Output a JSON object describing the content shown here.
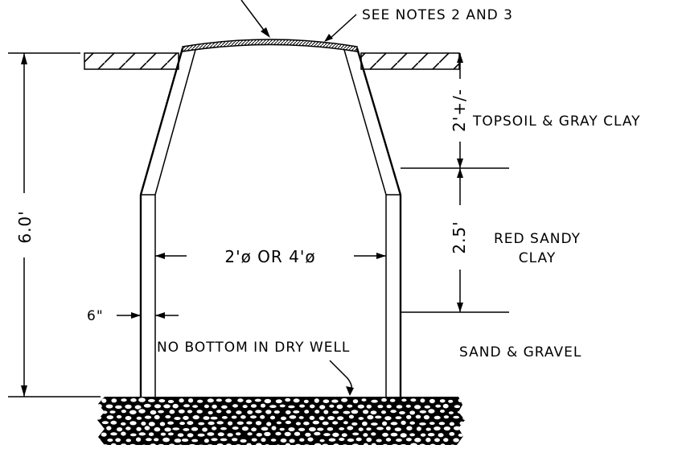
{
  "labels": {
    "see_notes": "SEE NOTES 2 AND 3",
    "topsoil": "TOPSOIL & GRAY CLAY",
    "dim_2ft": "2'+/-",
    "dim_25": "2.5'",
    "red_sandy_1": "RED SANDY",
    "red_sandy_2": "CLAY",
    "dim_60": "6.0'",
    "diameter": "2'ø OR 4'ø",
    "wall_thickness": "6\"",
    "no_bottom": "NO BOTTOM IN DRY WELL",
    "sand_gravel": "SAND & GRAVEL"
  }
}
